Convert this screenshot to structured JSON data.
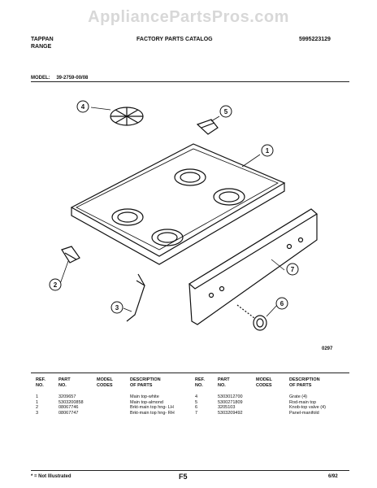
{
  "watermark": "AppliancePartsPros.com",
  "header": {
    "brand": "TAPPAN",
    "product": "RANGE",
    "title": "FACTORY PARTS CATALOG",
    "catalog_no": "5995223129"
  },
  "model": {
    "label": "MODEL:",
    "value": "39-2759-00/08"
  },
  "diagram": {
    "callouts": [
      "1",
      "2",
      "3",
      "4",
      "5",
      "6",
      "7"
    ],
    "ref_code": "0297"
  },
  "parts_table": {
    "headers": {
      "ref": "REF.\nNO.",
      "part": "PART\nNO.",
      "code": "MODEL\nCODES",
      "desc": "DESCRIPTION\nOF PARTS"
    },
    "left_rows": [
      {
        "ref": "1",
        "part": "3209657",
        "code": "",
        "desc": "Main top-white"
      },
      {
        "ref": "1",
        "part": "5303200858",
        "code": "",
        "desc": "Main top-almond"
      },
      {
        "ref": "2",
        "part": "08067746",
        "code": "",
        "desc": "Brkt-main top hng- LH"
      },
      {
        "ref": "3",
        "part": "08067747",
        "code": "",
        "desc": "Brkt-main top hng- RH"
      }
    ],
    "right_rows": [
      {
        "ref": "4",
        "part": "5303012700",
        "code": "",
        "desc": "Grate (4)"
      },
      {
        "ref": "5",
        "part": "5300271809",
        "code": "",
        "desc": "Rod-main top"
      },
      {
        "ref": "6",
        "part": "3205103",
        "code": "",
        "desc": "Knob-top valve (4)"
      },
      {
        "ref": "7",
        "part": "5303209492",
        "code": "",
        "desc": "Panel-manifold"
      }
    ]
  },
  "footer": {
    "note": "* = Not Illustrated",
    "page": "F5",
    "date": "6/92"
  },
  "colors": {
    "ink": "#111111",
    "paper": "#ffffff",
    "watermark": "#d8d8d8"
  }
}
